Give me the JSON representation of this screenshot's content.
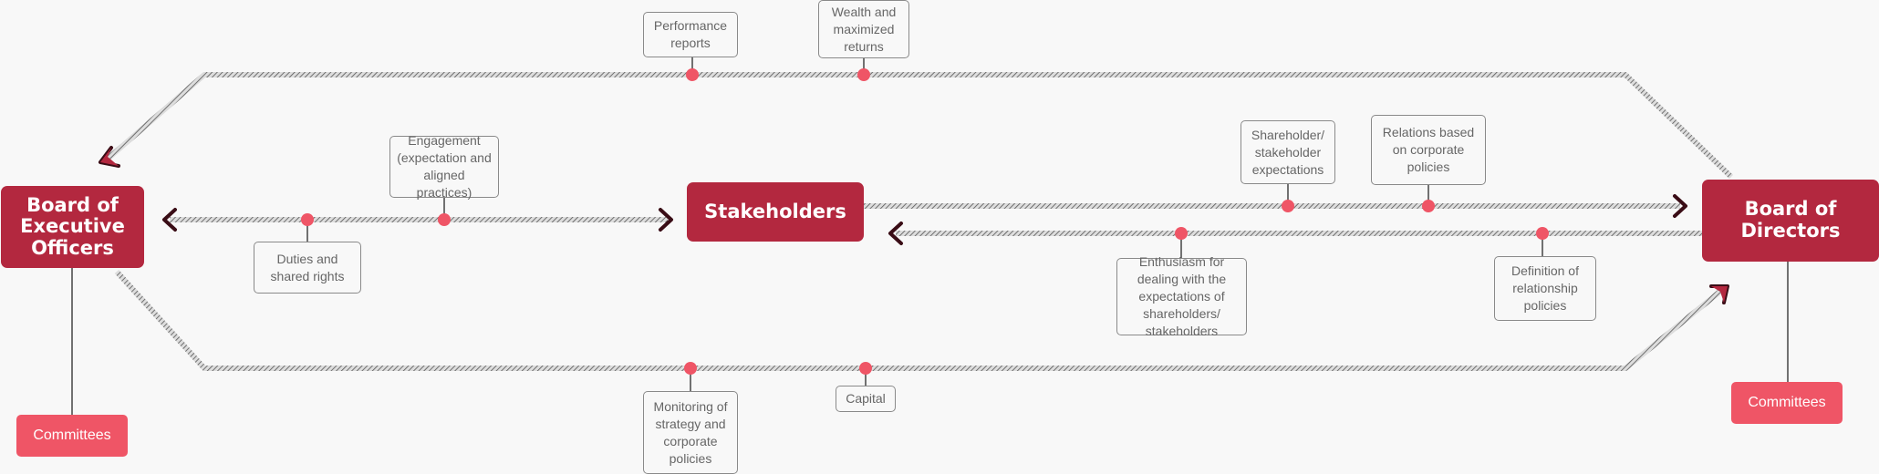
{
  "colors": {
    "primary": "#b3283f",
    "secondary": "#ef5566",
    "connector": "#555555",
    "label_border": "#8a8a8a",
    "label_text": "#666666",
    "background": "#f8f8f8"
  },
  "nodes": {
    "executive": "Board of Executive Officers",
    "stakeholders": "Stakeholders",
    "directors": "Board of Directors",
    "committees_left": "Committees",
    "committees_right": "Committees"
  },
  "labels": {
    "performance_reports": "Performance reports",
    "wealth_returns": "Wealth and maximized returns",
    "engagement": "Engagement (expectation and aligned practices)",
    "duties_rights": "Duties and shared rights",
    "shareholder_expectations": "Shareholder/ stakeholder expectations",
    "relations_policies": "Relations based on corporate policies",
    "enthusiasm": "Enthusiasm for dealing with the expectations of shareholders/ stakeholders",
    "definition_policies": "Definition of relationship policies",
    "monitoring": "Monitoring of strategy and corporate policies",
    "capital": "Capital"
  }
}
